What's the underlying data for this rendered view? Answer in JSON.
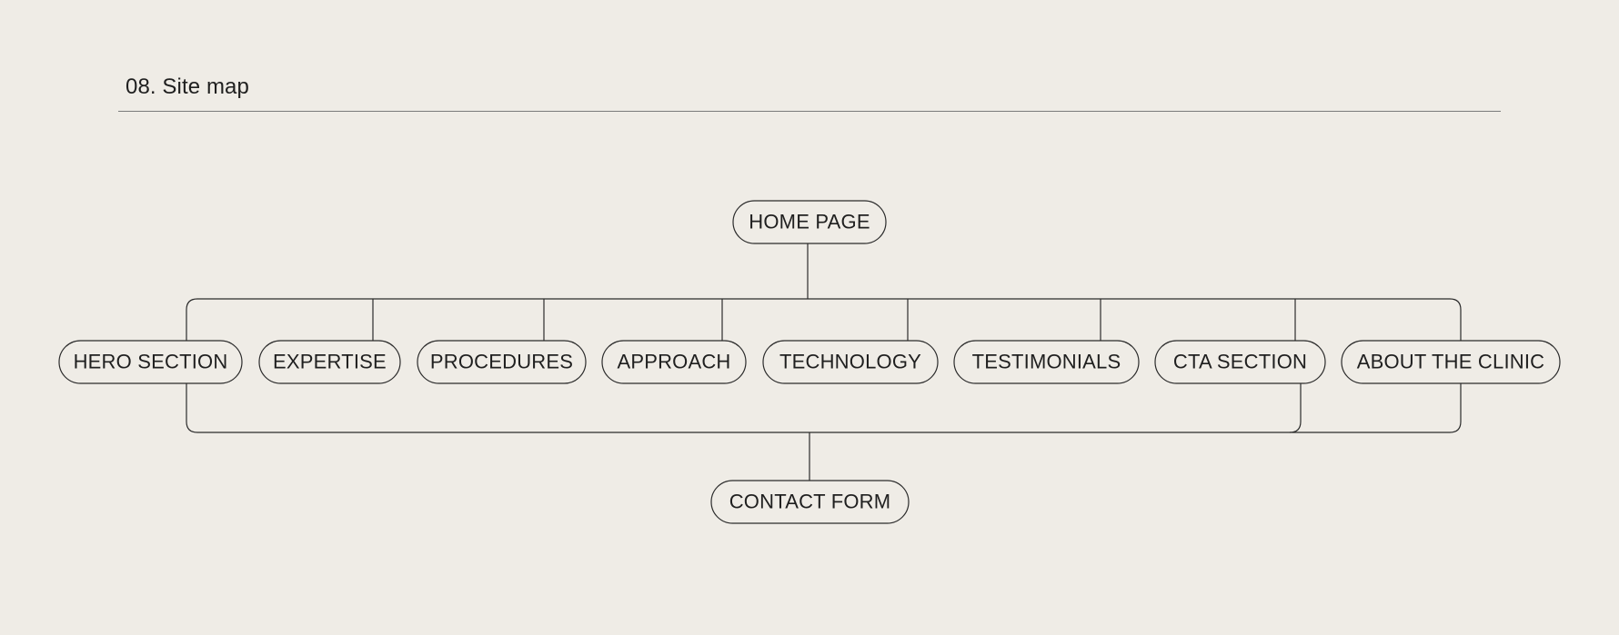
{
  "section": {
    "title": "08. Site map"
  },
  "sitemap": {
    "root": {
      "label": "HOME PAGE"
    },
    "pages": [
      {
        "label": "HERO SECTION"
      },
      {
        "label": "EXPERTISE"
      },
      {
        "label": "PROCEDURES"
      },
      {
        "label": "APPROACH"
      },
      {
        "label": "TECHNOLOGY"
      },
      {
        "label": "TESTIMONIALS"
      },
      {
        "label": "CTA SECTION"
      },
      {
        "label": "ABOUT THE CLINIC"
      }
    ],
    "footer": {
      "label": "CONTACT FORM"
    }
  },
  "colors": {
    "background": "#efece6",
    "line": "#2b2b2b",
    "rule": "#7b7b7b",
    "text": "#1f1f1f"
  }
}
